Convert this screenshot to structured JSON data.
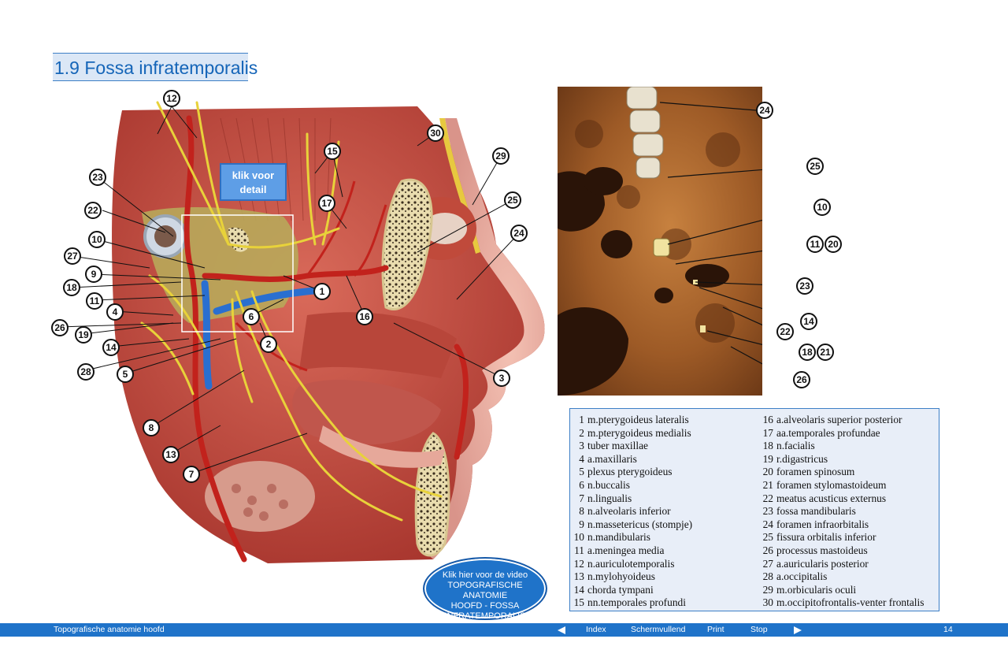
{
  "page": {
    "title": "1.9 Fossa infratemporalis"
  },
  "detail_button": {
    "line1": "klik voor",
    "line2": "detail"
  },
  "illustration_callouts": [
    "12",
    "30",
    "15",
    "29",
    "23",
    "17",
    "25",
    "22",
    "24",
    "10",
    "27",
    "9",
    "1",
    "18",
    "11",
    "4",
    "6",
    "16",
    "26",
    "19",
    "2",
    "14",
    "28",
    "5",
    "3",
    "8",
    "13",
    "7"
  ],
  "photo_callouts": [
    "24",
    "25",
    "10",
    "11",
    "20",
    "23",
    "14",
    "22",
    "18",
    "21",
    "26"
  ],
  "legend": {
    "left": [
      {
        "num": "1",
        "label": "m.pterygoideus lateralis"
      },
      {
        "num": "2",
        "label": "m.pterygoideus medialis"
      },
      {
        "num": "3",
        "label": "tuber maxillae"
      },
      {
        "num": "4",
        "label": "a.maxillaris"
      },
      {
        "num": "5",
        "label": "plexus pterygoideus"
      },
      {
        "num": "6",
        "label": "n.buccalis"
      },
      {
        "num": "7",
        "label": "n.lingualis"
      },
      {
        "num": "8",
        "label": "n.alveolaris inferior"
      },
      {
        "num": "9",
        "label": "n.massetericus (stompje)"
      },
      {
        "num": "10",
        "label": "n.mandibularis"
      },
      {
        "num": "11",
        "label": "a.meningea media"
      },
      {
        "num": "12",
        "label": "n.auriculotemporalis"
      },
      {
        "num": "13",
        "label": "n.mylohyoideus"
      },
      {
        "num": "14",
        "label": "chorda tympani"
      },
      {
        "num": "15",
        "label": "nn.temporales profundi"
      }
    ],
    "right": [
      {
        "num": "16",
        "label": "a.alveolaris superior posterior"
      },
      {
        "num": "17",
        "label": "aa.temporales profundae"
      },
      {
        "num": "18",
        "label": "n.facialis"
      },
      {
        "num": "19",
        "label": "r.digastricus"
      },
      {
        "num": "20",
        "label": "foramen spinosum"
      },
      {
        "num": "21",
        "label": "foramen stylomastoideum"
      },
      {
        "num": "22",
        "label": "meatus acusticus externus"
      },
      {
        "num": "23",
        "label": "fossa mandibularis"
      },
      {
        "num": "24",
        "label": "foramen infraorbitalis"
      },
      {
        "num": "25",
        "label": "fissura orbitalis inferior"
      },
      {
        "num": "26",
        "label": "processus mastoideus"
      },
      {
        "num": "27",
        "label": "a.auricularis posterior"
      },
      {
        "num": "28",
        "label": "a.occipitalis"
      },
      {
        "num": "29",
        "label": "m.orbicularis oculi"
      },
      {
        "num": "30",
        "label": "m.occipitofrontalis-venter frontalis"
      }
    ]
  },
  "video_button": {
    "line1": "Klik hier voor de video",
    "line2": "TOPOGRAFISCHE ANATOMIE",
    "line3": "HOOFD - FOSSA",
    "line4": "INFRATEMPORALIS"
  },
  "footer": {
    "title": "Topografische anatomie hoofd",
    "index": "Index",
    "fullscreen": "Schermvullend",
    "print": "Print",
    "stop": "Stop",
    "page_number": "14"
  },
  "colors": {
    "accent": "#1f73c9",
    "title_bg": "#dbe7f6",
    "legend_bg": "#e8eef8"
  }
}
